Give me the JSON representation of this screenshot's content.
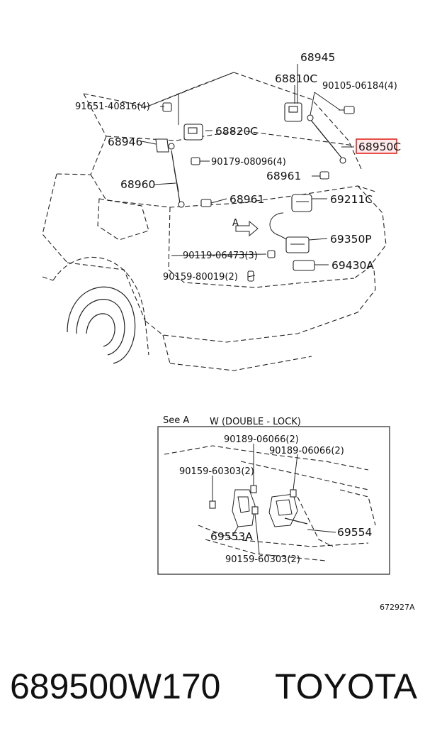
{
  "diagram": {
    "part_labels": [
      "68945",
      "68810C",
      "90105-06184(4)",
      "91651-40816(4)",
      "68820C",
      "68946",
      "68950C",
      "90179-08096(4)",
      "68961",
      "68960",
      "68961",
      "69211C",
      "69350P",
      "90119-06473(3)",
      "69430A",
      "90159-80019(2)"
    ],
    "highlighted_label": "68950C",
    "highlight_color": "#e1261c",
    "view_marker": "A",
    "figure_number": "672927A"
  },
  "detail": {
    "title": "See A",
    "subtitle": "W (DOUBLE - LOCK)",
    "part_labels": [
      "90189-06066(2)",
      "90189-06066(2)",
      "90159-60303(2)",
      "69553A",
      "69554",
      "90159-60303(2)"
    ]
  },
  "footer": {
    "part_number": "689500W170",
    "brand": "TOYOTA"
  }
}
